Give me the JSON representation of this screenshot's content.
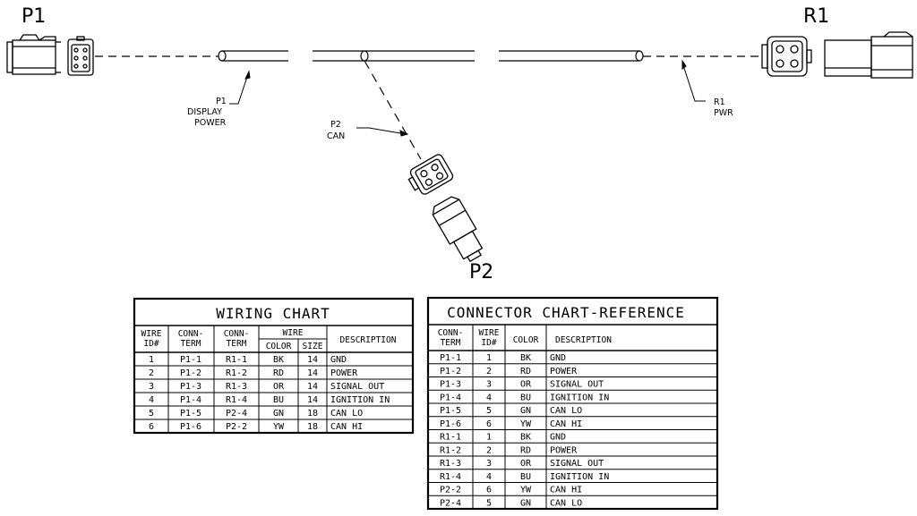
{
  "connectors": {
    "p1": "P1",
    "r1": "R1",
    "p2": "P2"
  },
  "callouts": {
    "p1_lines": [
      "P1",
      "DISPLAY",
      "POWER"
    ],
    "p2_lines": [
      "P2",
      "CAN"
    ],
    "r1_lines": [
      "R1",
      "PWR"
    ]
  },
  "wiring_chart": {
    "title": "WIRING CHART",
    "headers": {
      "wire_id": [
        "WIRE",
        "ID#"
      ],
      "conn_term_a": [
        "CONN-",
        "TERM"
      ],
      "conn_term_b": [
        "CONN-",
        "TERM"
      ],
      "wire": "WIRE",
      "color": "COLOR",
      "size": "SIZE",
      "description": "DESCRIPTION"
    },
    "rows": [
      [
        "1",
        "P1-1",
        "R1-1",
        "BK",
        "14",
        "GND"
      ],
      [
        "2",
        "P1-2",
        "R1-2",
        "RD",
        "14",
        "POWER"
      ],
      [
        "3",
        "P1-3",
        "R1-3",
        "OR",
        "14",
        "SIGNAL OUT"
      ],
      [
        "4",
        "P1-4",
        "R1-4",
        "BU",
        "14",
        "IGNITION IN"
      ],
      [
        "5",
        "P1-5",
        "P2-4",
        "GN",
        "18",
        "CAN LO"
      ],
      [
        "6",
        "P1-6",
        "P2-2",
        "YW",
        "18",
        "CAN HI"
      ]
    ]
  },
  "connector_chart": {
    "title": "CONNECTOR CHART-REFERENCE",
    "headers": {
      "conn_term": [
        "CONN-",
        "TERM"
      ],
      "wire_id": [
        "WIRE",
        "ID#"
      ],
      "color": "COLOR",
      "description": "DESCRIPTION"
    },
    "rows": [
      [
        "P1-1",
        "1",
        "BK",
        "GND"
      ],
      [
        "P1-2",
        "2",
        "RD",
        "POWER"
      ],
      [
        "P1-3",
        "3",
        "OR",
        "SIGNAL OUT"
      ],
      [
        "P1-4",
        "4",
        "BU",
        "IGNITION IN"
      ],
      [
        "P1-5",
        "5",
        "GN",
        "CAN LO"
      ],
      [
        "P1-6",
        "6",
        "YW",
        "CAN HI"
      ],
      [
        "R1-1",
        "1",
        "BK",
        "GND"
      ],
      [
        "R1-2",
        "2",
        "RD",
        "POWER"
      ],
      [
        "R1-3",
        "3",
        "OR",
        "SIGNAL OUT"
      ],
      [
        "R1-4",
        "4",
        "BU",
        "IGNITION IN"
      ],
      [
        "P2-2",
        "6",
        "YW",
        "CAN HI"
      ],
      [
        "P2-4",
        "5",
        "GN",
        "CAN LO"
      ]
    ]
  }
}
